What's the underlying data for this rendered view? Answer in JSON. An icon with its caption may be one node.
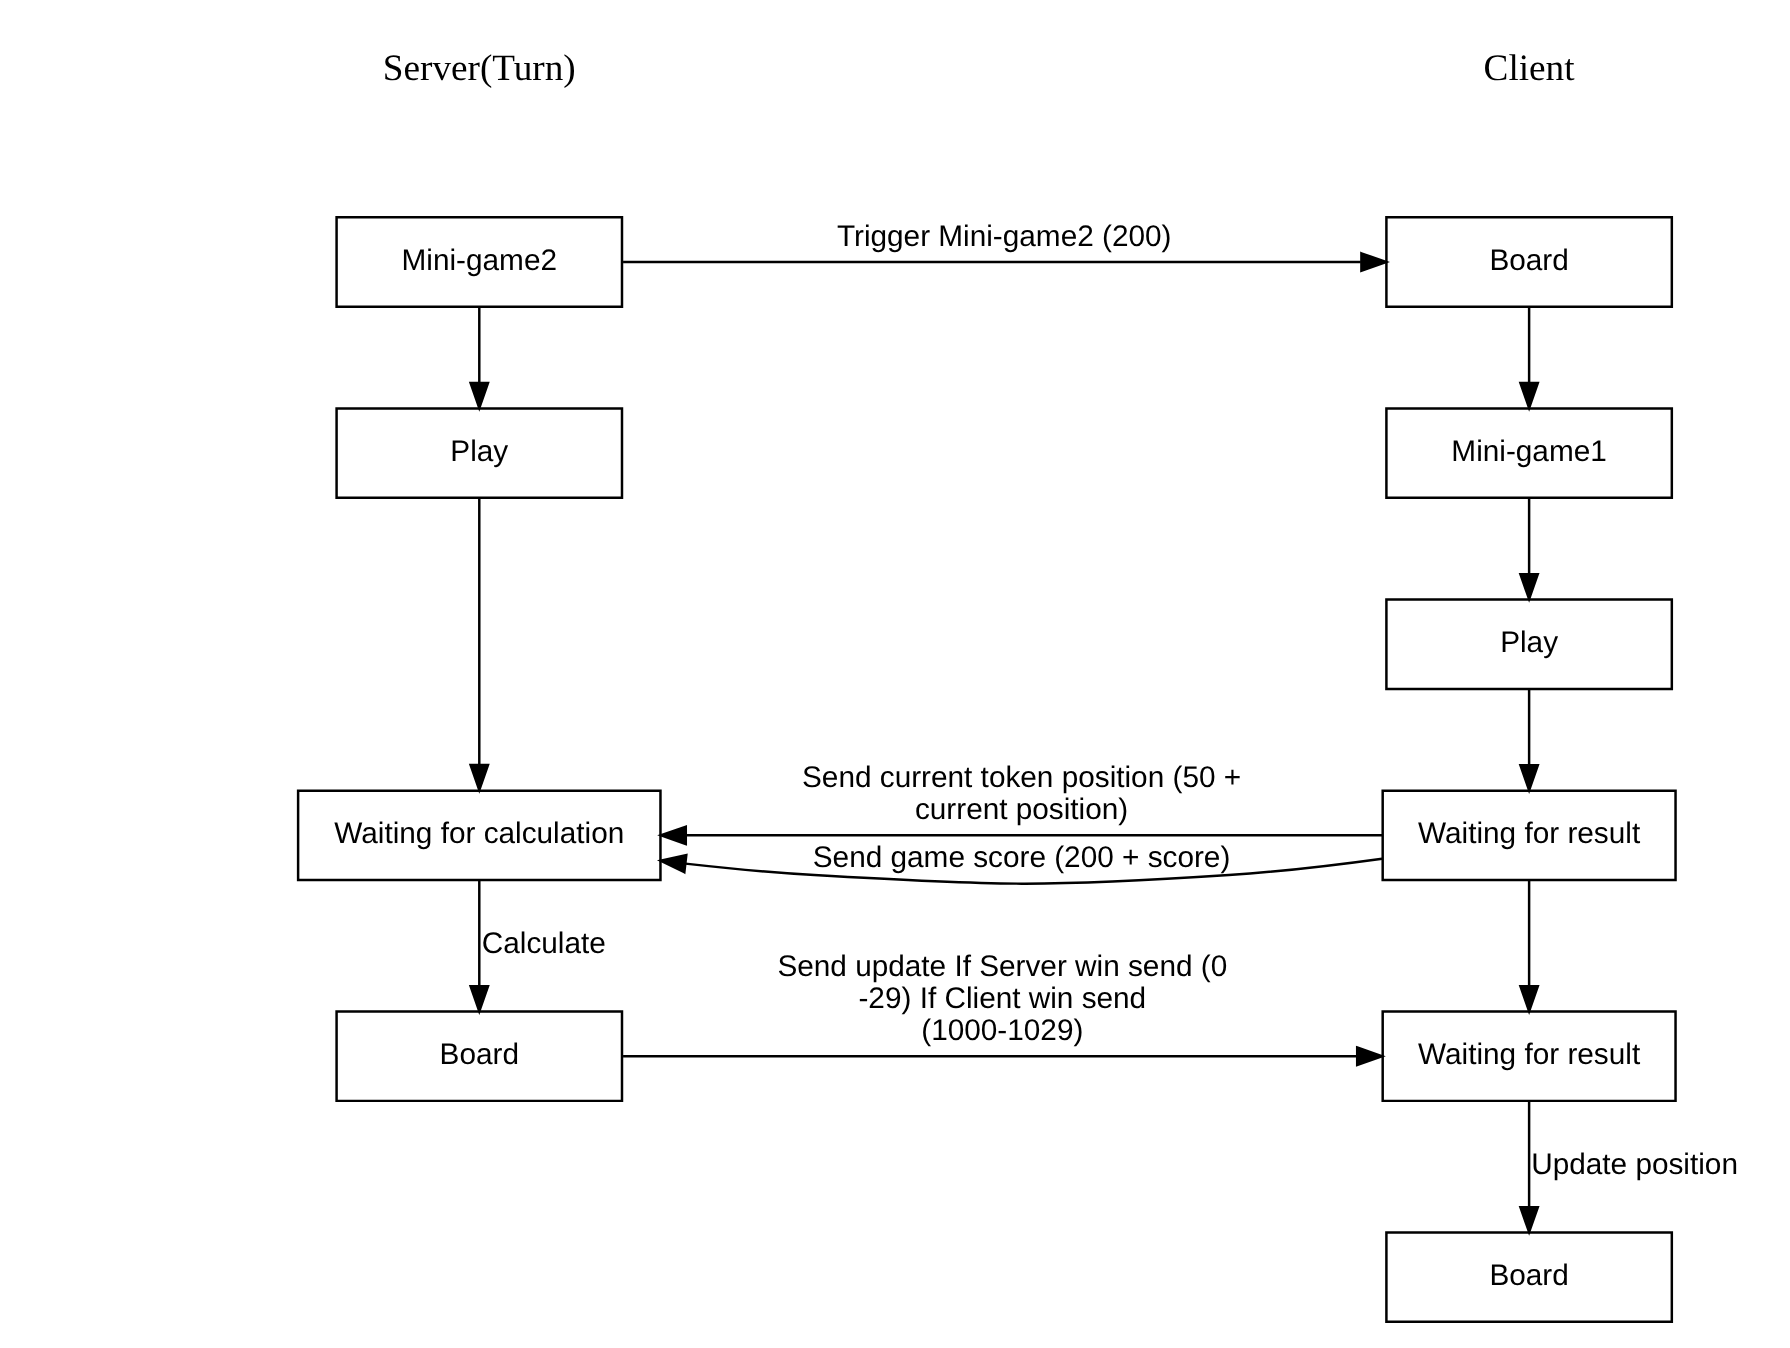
{
  "diagram": {
    "nodes": [
      {
        "text": [
          "Mini-game2"
        ]
      },
      {
        "text": [
          "Play"
        ]
      },
      {
        "text": [
          "Waiting for calculation"
        ]
      },
      {
        "text": [
          "Board"
        ]
      },
      {
        "text": [
          "Board"
        ]
      },
      {
        "text": [
          "Mini-game1"
        ]
      },
      {
        "text": [
          "Play"
        ]
      },
      {
        "text": [
          "Waiting for result"
        ]
      },
      {
        "text": [
          "Waiting for result"
        ]
      },
      {
        "text": [
          "Board"
        ]
      }
    ],
    "edges": [
      {
        "from": 0,
        "to": 4,
        "arrow": "to",
        "label": "Trigger Mini-game2 (200)"
      },
      {
        "from": 0,
        "to": 1,
        "arrow": "to"
      },
      {
        "from": 1,
        "to": 2,
        "arrow": "to"
      },
      {
        "from": 2,
        "to": 3,
        "arrow": "to",
        "label": "Calculate"
      },
      {
        "from": 4,
        "to": 5,
        "arrow": "to"
      },
      {
        "from": 5,
        "to": 6,
        "arrow": "to"
      },
      {
        "from": 6,
        "to": 7,
        "arrow": "to"
      },
      {
        "from": 7,
        "to": 2,
        "arrow": "to",
        "label": "Send current token position (50 + current position)"
      },
      {
        "from": 7,
        "to": 2,
        "arrow": "to",
        "label": "Send game score (200 + score)"
      },
      {
        "from": 7,
        "to": 8,
        "arrow": "to"
      },
      {
        "from": 3,
        "to": 8,
        "arrow": "to",
        "label": "Send update If Server win send (0 -29) If Client win send (1000-1029)"
      },
      {
        "from": 8,
        "to": 9,
        "arrow": "to",
        "label": "Update position"
      }
    ],
    "labels": [
      "Server(Turn)",
      "Client"
    ]
  }
}
